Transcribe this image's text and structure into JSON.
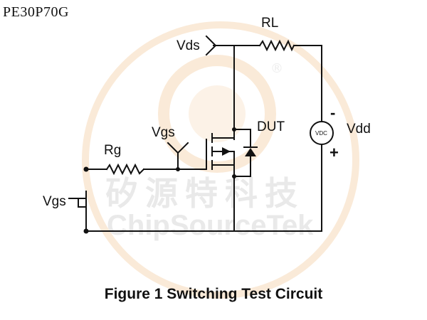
{
  "header": {
    "part_number": "PE30P70G"
  },
  "watermark": {
    "chinese_text": "矽源特科技",
    "english_text": "ChipSourceTek",
    "registered_mark": "®",
    "color": "#f6d9b8"
  },
  "circuit": {
    "labels": {
      "vds": "Vds",
      "rl": "RL",
      "dut": "DUT",
      "vgs_probe": "Vgs",
      "rg": "Rg",
      "vgs_source": "Vgs",
      "vdc": "VDC",
      "vdd": "Vdd",
      "minus": "-",
      "plus": "+"
    }
  },
  "caption": "Figure 1 Switching Test Circuit"
}
